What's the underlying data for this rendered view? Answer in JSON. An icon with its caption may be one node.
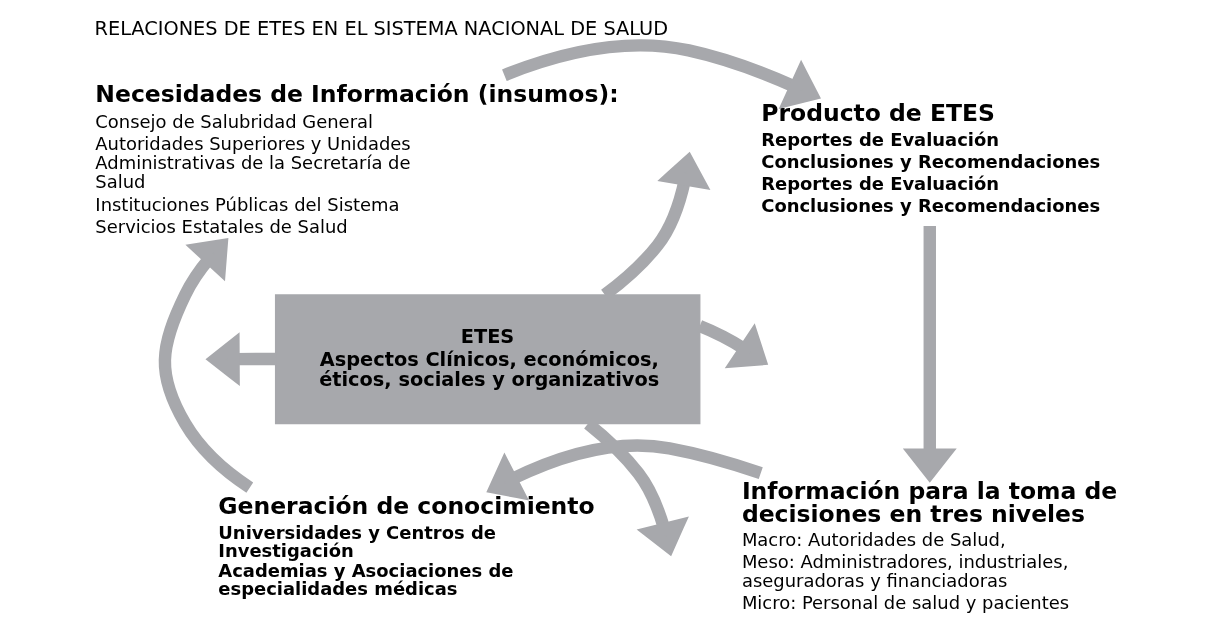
{
  "diagram": {
    "title": "RELACIONES DE ETES EN EL SISTEMA NACIONAL DE SALUD",
    "nodes": [
      {
        "text": [
          "Necesidades de Información (insumos):",
          "Consejo de Salubridad General",
          "Autoridades Superiores y Unidades Administrativas de la Secretaría de Salud",
          "Instituciones Públicas del Sistema",
          "Servicios Estatales de Salud"
        ]
      },
      {
        "text": [
          "Producto de ETES",
          "Reportes de Evaluación",
          "Conclusiones y Recomendaciones",
          "Reportes de Evaluación",
          "Conclusiones y Recomendaciones"
        ]
      },
      {
        "text": [
          "ETES",
          "Aspectos Clínicos, económicos, éticos, sociales y organizativos"
        ]
      },
      {
        "text": [
          "Generación de conocimiento",
          "Universidades y Centros de Investigación",
          "Academias y Asociaciones de especialidades médicas"
        ]
      },
      {
        "text": [
          "Información para la toma de decisiones en tres niveles",
          "Macro: Autoridades de Salud,",
          "Meso: Administradores, industriales, aseguradoras y financiadoras",
          "Micro: Personal de salud y pacientes"
        ]
      }
    ],
    "edges": [
      {
        "from": 0,
        "to": 1,
        "arrow": "to"
      },
      {
        "from": 1,
        "to": 4,
        "arrow": "to"
      },
      {
        "from": 4,
        "to": 3,
        "arrow": "to"
      },
      {
        "from": 3,
        "to": 0,
        "arrow": "to"
      },
      {
        "from": 2,
        "to": null,
        "arrow": "to"
      },
      {
        "from": 2,
        "to": null,
        "arrow": "to"
      },
      {
        "from": 2,
        "to": null,
        "arrow": "to"
      },
      {
        "from": 2,
        "to": null,
        "arrow": "to"
      }
    ]
  }
}
